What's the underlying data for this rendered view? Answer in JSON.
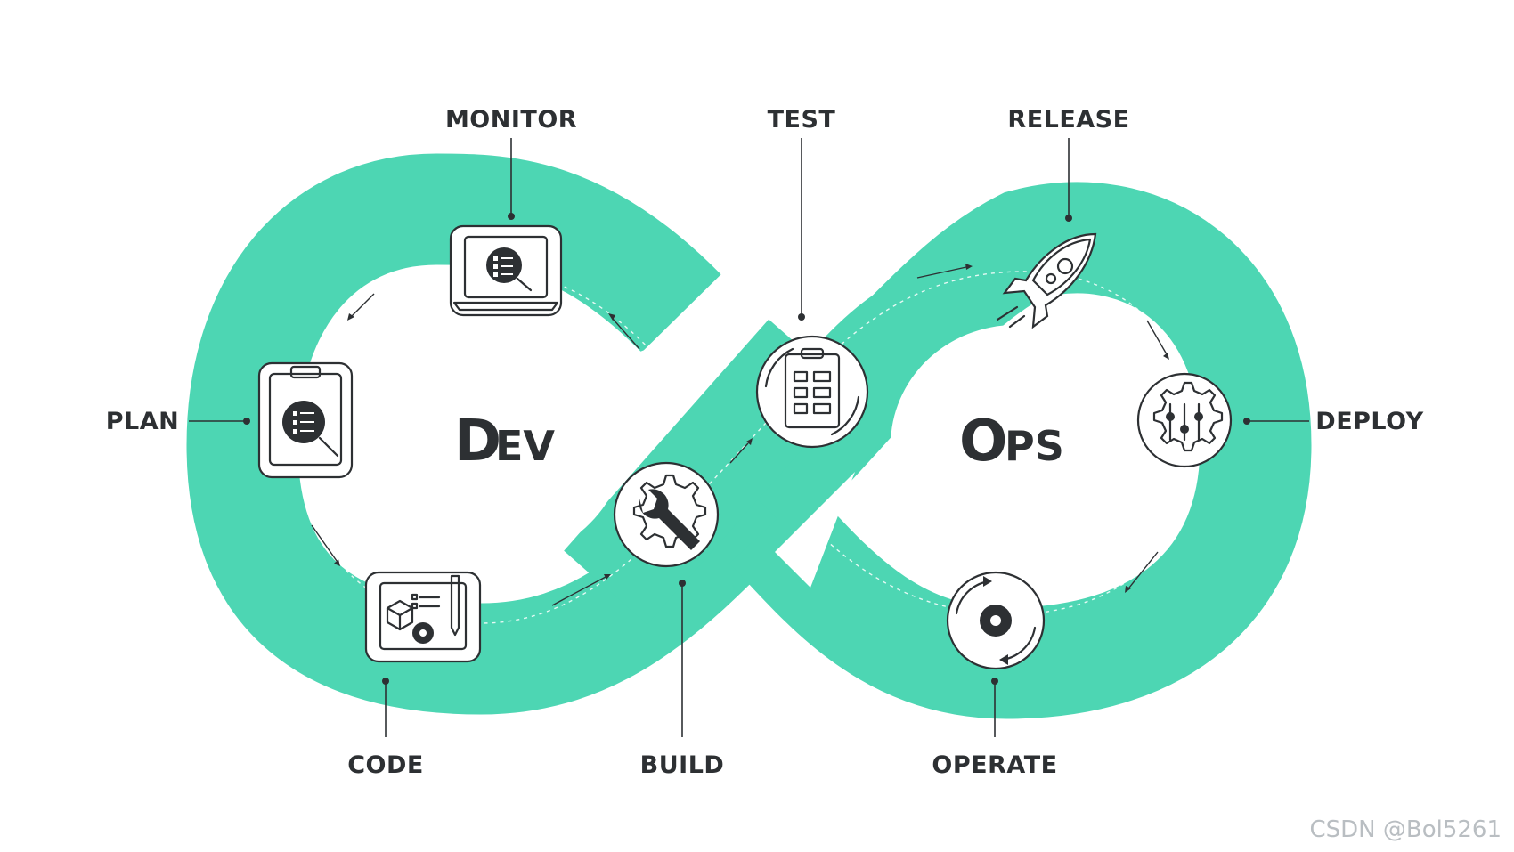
{
  "center": {
    "left": "Dev",
    "right": "Ops"
  },
  "stages": [
    {
      "id": "monitor",
      "label": "MONITOR",
      "icon": "laptop-search-icon"
    },
    {
      "id": "test",
      "label": "TEST",
      "icon": "clipboard-cycle-icon"
    },
    {
      "id": "release",
      "label": "RELEASE",
      "icon": "rocket-icon"
    },
    {
      "id": "plan",
      "label": "PLAN",
      "icon": "clipboard-search-icon"
    },
    {
      "id": "deploy",
      "label": "DEPLOY",
      "icon": "gear-sliders-icon"
    },
    {
      "id": "code",
      "label": "CODE",
      "icon": "blueprint-pencil-icon"
    },
    {
      "id": "build",
      "label": "BUILD",
      "icon": "gear-wrench-icon"
    },
    {
      "id": "operate",
      "label": "OPERATE",
      "icon": "gear-cycle-icon"
    }
  ],
  "colors": {
    "loop": "#4dd6b3",
    "ink": "#2d3033",
    "background": "#ffffff"
  },
  "watermark": "CSDN @Bol5261"
}
